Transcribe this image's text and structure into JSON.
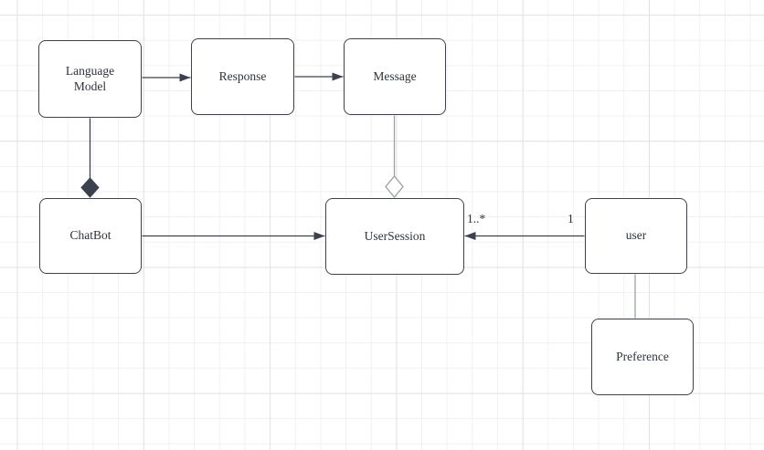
{
  "colors": {
    "node_fill": "#ffffff",
    "node_stroke": "#3c424d",
    "edge_dark": "#3c424d",
    "edge_gray": "#9aa0a5",
    "text": "#2d333c",
    "grid_minor": "#f1f1f1",
    "grid_major": "#e2e2e2"
  },
  "nodes": [
    {
      "id": "language-model",
      "label": "Language\nModel"
    },
    {
      "id": "response",
      "label": "Response"
    },
    {
      "id": "message",
      "label": "Message"
    },
    {
      "id": "chatbot",
      "label": "ChatBot"
    },
    {
      "id": "usersession",
      "label": "UserSession"
    },
    {
      "id": "user",
      "label": "user"
    },
    {
      "id": "preference",
      "label": "Preference"
    }
  ],
  "edges": [
    {
      "from": "Language Model",
      "to": "Response",
      "type": "arrow"
    },
    {
      "from": "Response",
      "to": "Message",
      "type": "arrow"
    },
    {
      "from": "Language Model",
      "to": "ChatBot",
      "type": "composition-diamond"
    },
    {
      "from": "Message",
      "to": "UserSession",
      "type": "aggregation-diamond"
    },
    {
      "from": "ChatBot",
      "to": "UserSession",
      "type": "arrow"
    },
    {
      "from": "user",
      "to": "UserSession",
      "type": "arrow",
      "source_label": "1",
      "target_label": "1..*"
    },
    {
      "from": "user",
      "to": "Preference",
      "type": "line"
    }
  ]
}
